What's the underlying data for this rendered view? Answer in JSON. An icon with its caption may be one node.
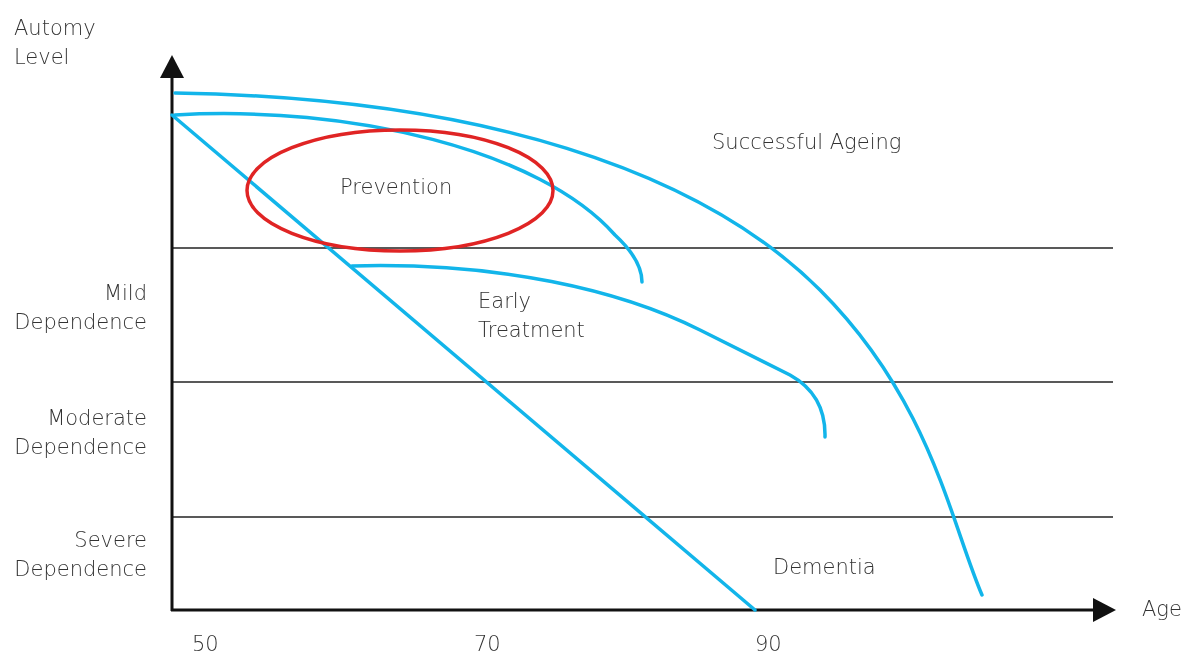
{
  "diagram": {
    "nodes": [
      {
        "text": [
          "Prevention"
        ]
      }
    ],
    "edges": [],
    "labels": [
      "Automy Level",
      "Successful Ageing",
      "Mild Dependence",
      "Early Treatment",
      "Moderate Dependence",
      "Severe Dependence",
      "Dementia",
      "Age",
      "50",
      "70",
      "90"
    ]
  }
}
